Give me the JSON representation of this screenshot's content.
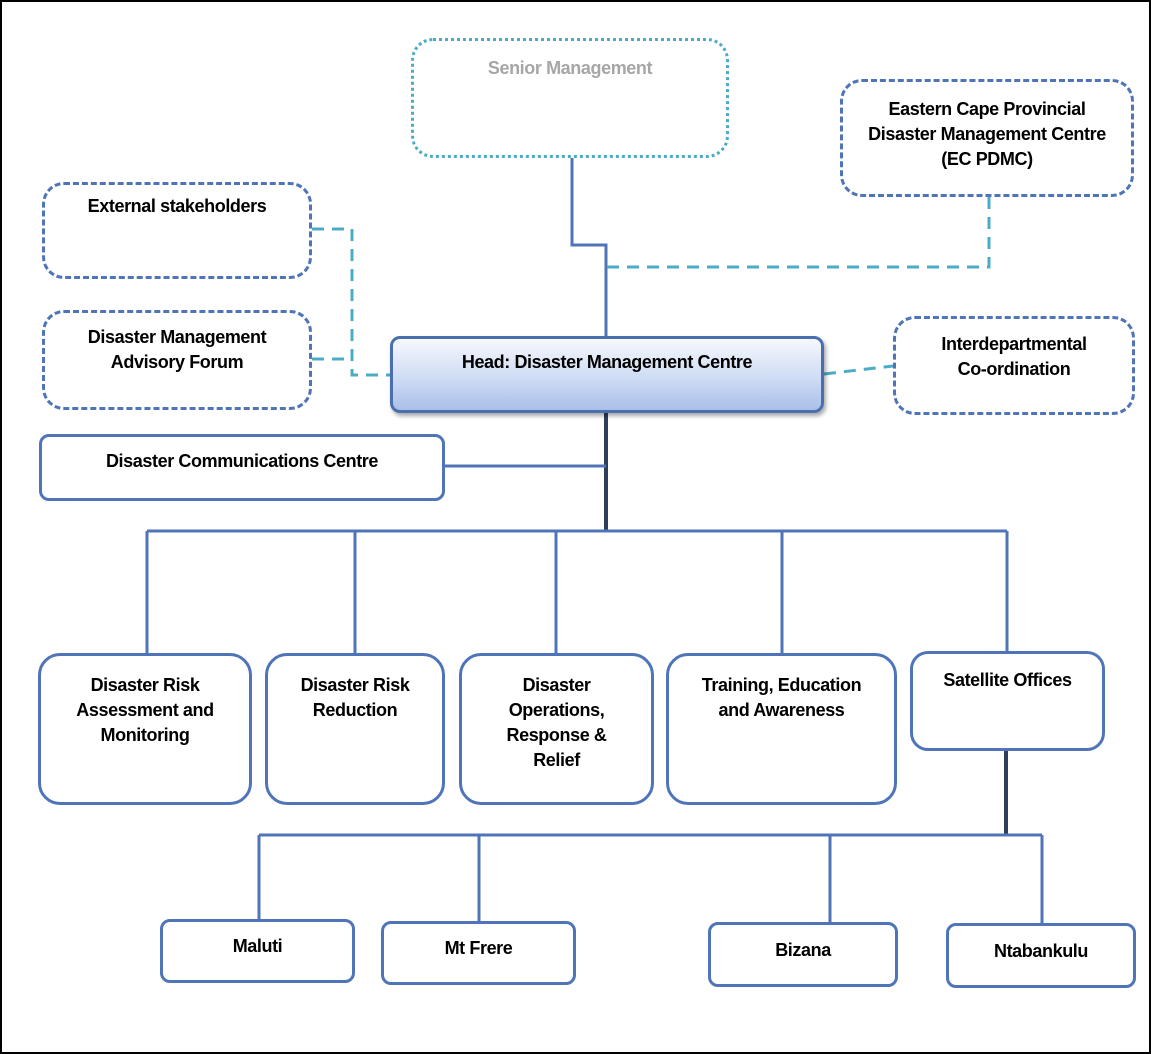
{
  "diagram": {
    "nodes": {
      "senior_management": "Senior Management",
      "ec_pdmc": "Eastern Cape Provincial\nDisaster Management Centre\n(EC PDMC)",
      "external_stakeholders": "External stakeholders",
      "advisory_forum": "Disaster Management\nAdvisory Forum",
      "head": "Head: Disaster Management Centre",
      "interdepartmental": "Interdepartmental\nCo-ordination",
      "communications_centre": "Disaster Communications Centre",
      "risk_assessment": "Disaster Risk\nAssessment and\nMonitoring",
      "risk_reduction": "Disaster Risk\nReduction",
      "operations": "Disaster\nOperations,\nResponse &\nRelief",
      "training": "Training, Education\nand Awareness",
      "satellite_offices": "Satellite Offices",
      "maluti": "Maluti",
      "mt_frere": "Mt Frere",
      "bizana": "Bizana",
      "ntabankulu": "Ntabankulu"
    },
    "colors": {
      "solid_line": "#4f75b8",
      "dashed_line": "#4bacc6",
      "dark_line": "#2e3f5c",
      "muted_text": "#a6a6a6"
    }
  }
}
